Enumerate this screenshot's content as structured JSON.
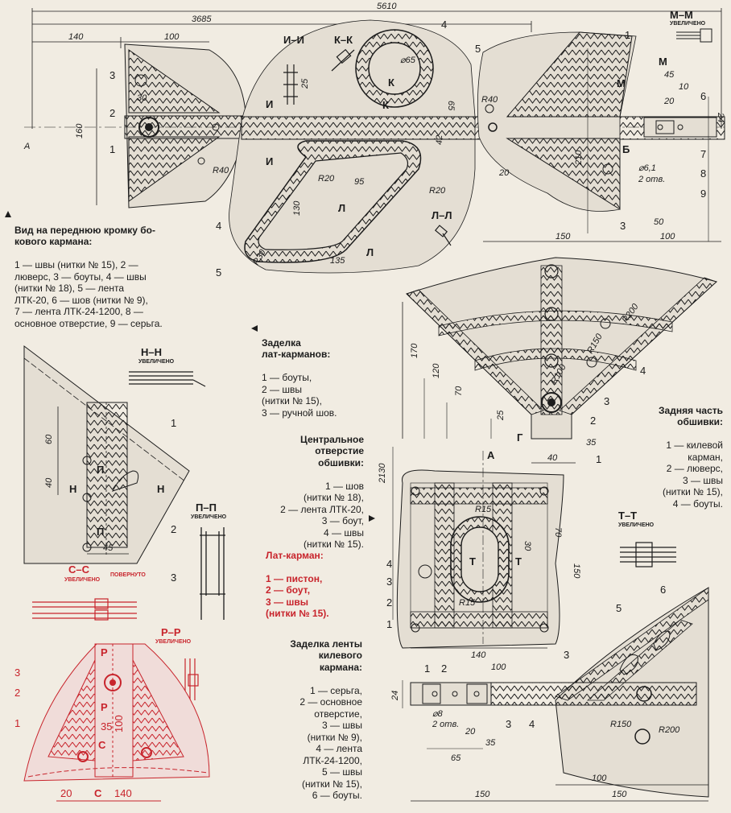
{
  "dimensions": {
    "d5610": "5610",
    "d3685": "3685",
    "d140a": "140",
    "d100a": "100",
    "d160": "160",
    "d30a": "30",
    "dR40a": "R40",
    "d25a": "25",
    "d65a": "65",
    "d42": "42",
    "dphi65": "⌀65",
    "dR20a": "R20",
    "d95": "95",
    "dR20b": "R20",
    "d130": "130",
    "dR30": "R30",
    "d135": "135",
    "dR40b": "R40",
    "d210": "210",
    "d20a": "20",
    "d45a": "45",
    "d10": "10",
    "d20b": "20",
    "d24a": "24",
    "dphi61": "⌀6,1",
    "d2otv_a": "2 отв.",
    "d50": "50",
    "d150a": "150",
    "d100b": "100",
    "d170": "170",
    "d120": "120",
    "d70a": "70",
    "d25b": "25",
    "d35a": "35",
    "d40a": "40",
    "dR100": "R100",
    "dR150a": "R150",
    "dR200a": "R200",
    "d60": "60",
    "d40b": "40",
    "d45b": "45",
    "d2130": "2130",
    "dR15a": "R15",
    "d30b": "30",
    "d70b": "70",
    "d150b": "150",
    "dR15b": "R15",
    "d140b": "140",
    "d35b": "35",
    "d100c": "100",
    "d140c": "140",
    "d20c": "20",
    "d100d": "100",
    "d24b": "24",
    "dphi8": "⌀8",
    "d2otv_b": "2 отв.",
    "d20d": "20",
    "d35c": "35",
    "d65b": "65",
    "dR150b": "R150",
    "dR200b": "R200",
    "d100e": "100",
    "d150c": "150",
    "d150d": "150"
  },
  "sections": {
    "mm": "М–М",
    "ii": "И–И",
    "kk": "К–К",
    "ll": "Л–Л",
    "nn": "Н–Н",
    "pp": "П–П",
    "tt": "Т–Т",
    "ss": "С–С",
    "rr": "Р–Р",
    "uvel": "УВЕЛИЧЕНО",
    "povernuto": "ПОВЕРНУТО"
  },
  "marks": {
    "A": "А",
    "B": "Б",
    "G": "Г",
    "M": "М",
    "I": "И",
    "K": "К",
    "L": "Л",
    "N": "Н",
    "P": "П",
    "T": "Т",
    "S": "С",
    "R": "Р"
  },
  "numbers": [
    "1",
    "2",
    "3",
    "4",
    "5",
    "6",
    "7",
    "8",
    "9"
  ],
  "captions": {
    "front_title": "Вид на переднюю кромку бо-\nкового кармана:",
    "front_body": "1 — швы (нитки № 15), 2 —\nлюверс, 3 — боуты, 4 — швы\n(нитки № 18), 5 — лента\nЛТК-20, 6 — шов (нитки № 9),\n7 — лента ЛТК-24-1200, 8 —\nосновное отверстие, 9 — серьга.",
    "zadelka_lat_title": "Заделка\nлат-карманов:",
    "zadelka_lat_body": "1 — боуты,\n2 — швы\n(нитки № 15),\n3 — ручной шов.",
    "central_title": "Центральное\nотверстие\nобшивки:",
    "central_body": "1 — шов\n(нитки № 18),\n2 — лента ЛТК-20,\n3 — боут,\n4 — швы\n(нитки № 15).",
    "latkarman_title": "Лат-карман:",
    "latkarman_body": "1 — пистон,\n2 — боут,\n3 — швы\n(нитки № 15).",
    "rear_title": "Задняя часть\nобшивки:",
    "rear_body": "1 — килевой\nкарман,\n2 — люверс,\n3 — швы\n(нитки № 15),\n4 — боуты.",
    "keel_title": "Заделка ленты\nкилевого\nкармана:",
    "keel_body": "1 — серьга,\n2 — основное\nотверстие,\n3 — швы\n(нитки № 9),\n4 — лента\nЛТК-24-1200,\n5 — швы\n(нитки № 15),\n6 — боуты."
  },
  "colors": {
    "ink": "#1c1c1c",
    "red": "#c8242c",
    "fabric": "#e4ded3",
    "paper": "#f1ece2"
  }
}
